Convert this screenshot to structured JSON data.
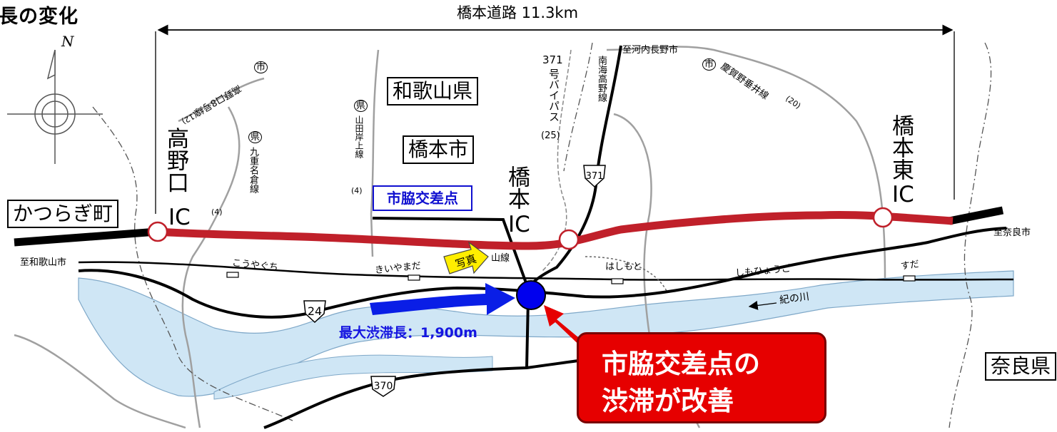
{
  "title_fragment": "長の変化",
  "compass_label": "N",
  "road_length_label": "橋本道路 11.3km",
  "prefectures": {
    "wakayama": "和歌山県",
    "nara": "奈良県"
  },
  "municipalities": {
    "hashimoto_city": "橋本市",
    "katsuragi_town": "かつらぎ町"
  },
  "interchanges": {
    "koyaguchi": {
      "name": "高野口",
      "suffix": "IC"
    },
    "hashimoto": {
      "name": "橋本",
      "suffix": "IC"
    },
    "hashimoto_higashi": {
      "name": "橋本東",
      "suffix": "IC"
    }
  },
  "intersection_label": "市脇交差点",
  "congestion_label": "最大渋滞長：1,900m",
  "callout": {
    "line1": "市脇交差点の",
    "line2": "渋滞が改善"
  },
  "photo_label": "写真",
  "destinations": {
    "kawachinagano": "至河内長野市",
    "nara_city": "至奈良市",
    "wakayama_city": "至和歌山市"
  },
  "stations": [
    "こうやぐち",
    "きいやまだ",
    "はしもと",
    "しもひょうご",
    "すだ"
  ],
  "river_label": "紀の川",
  "rail_line_fragment": "山線",
  "route_shields": {
    "r24": "24",
    "r371": "371",
    "r370": "370"
  },
  "roads": {
    "bypass_371": {
      "line1": "371",
      "line2": "号バイパス",
      "num": "(25)"
    },
    "nankai": "南海高野線",
    "kensei_yamada": {
      "badge": "県",
      "name": "山田岸上線",
      "num": "(4)"
    },
    "kensei_kuja": {
      "badge": "県",
      "name": "九重名倉線",
      "num": "(4)"
    },
    "shido_koyaguchi": {
      "badge": "市",
      "name": "高野口8号線",
      "num": "(12)"
    },
    "shido_keigano": {
      "badge": "市",
      "name": "慶賀野垂井線",
      "num": "(20)"
    }
  },
  "colors": {
    "ic_road": "#c0202a",
    "intersection": "#0000ee",
    "arrow_blue": "#0a1ee6",
    "river": "#cfe6f5",
    "callout": "#e60000"
  }
}
